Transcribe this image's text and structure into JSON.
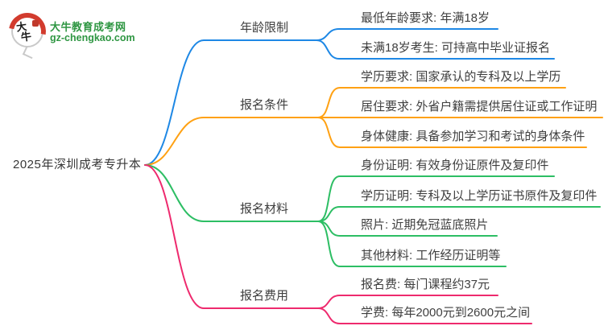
{
  "logo": {
    "title": "大牛教育成考网",
    "domain": "gz-chengkao.com",
    "badge": "大牛",
    "brand_green": "#2e9642",
    "brand_red": "#d23b2e"
  },
  "root": {
    "label": "2025年深圳成考专升本"
  },
  "branches": [
    {
      "label": "年龄限制",
      "color": "#1e88e5",
      "leaves": [
        "最低年龄要求: 年满18岁",
        "未满18岁考生: 可持高中毕业证报名"
      ]
    },
    {
      "label": "报名条件",
      "color": "#ffa113",
      "leaves": [
        "学历要求: 国家承认的专科及以上学历",
        "居住要求: 外省户籍需提供居住证或工作证明",
        "身体健康: 具备参加学习和考试的身体条件"
      ]
    },
    {
      "label": "报名材料",
      "color": "#2dbe64",
      "leaves": [
        "身份证明: 有效身份证原件及复印件",
        "学历证明: 专科及以上学历证书原件及复印件",
        "照片: 近期免冠蓝底照片",
        "其他材料: 工作经历证明等"
      ]
    },
    {
      "label": "报名费用",
      "color": "#ee2a6e",
      "leaves": [
        "报名费: 每门课程约37元",
        "学费: 每年2000元到2600元之间"
      ]
    }
  ]
}
